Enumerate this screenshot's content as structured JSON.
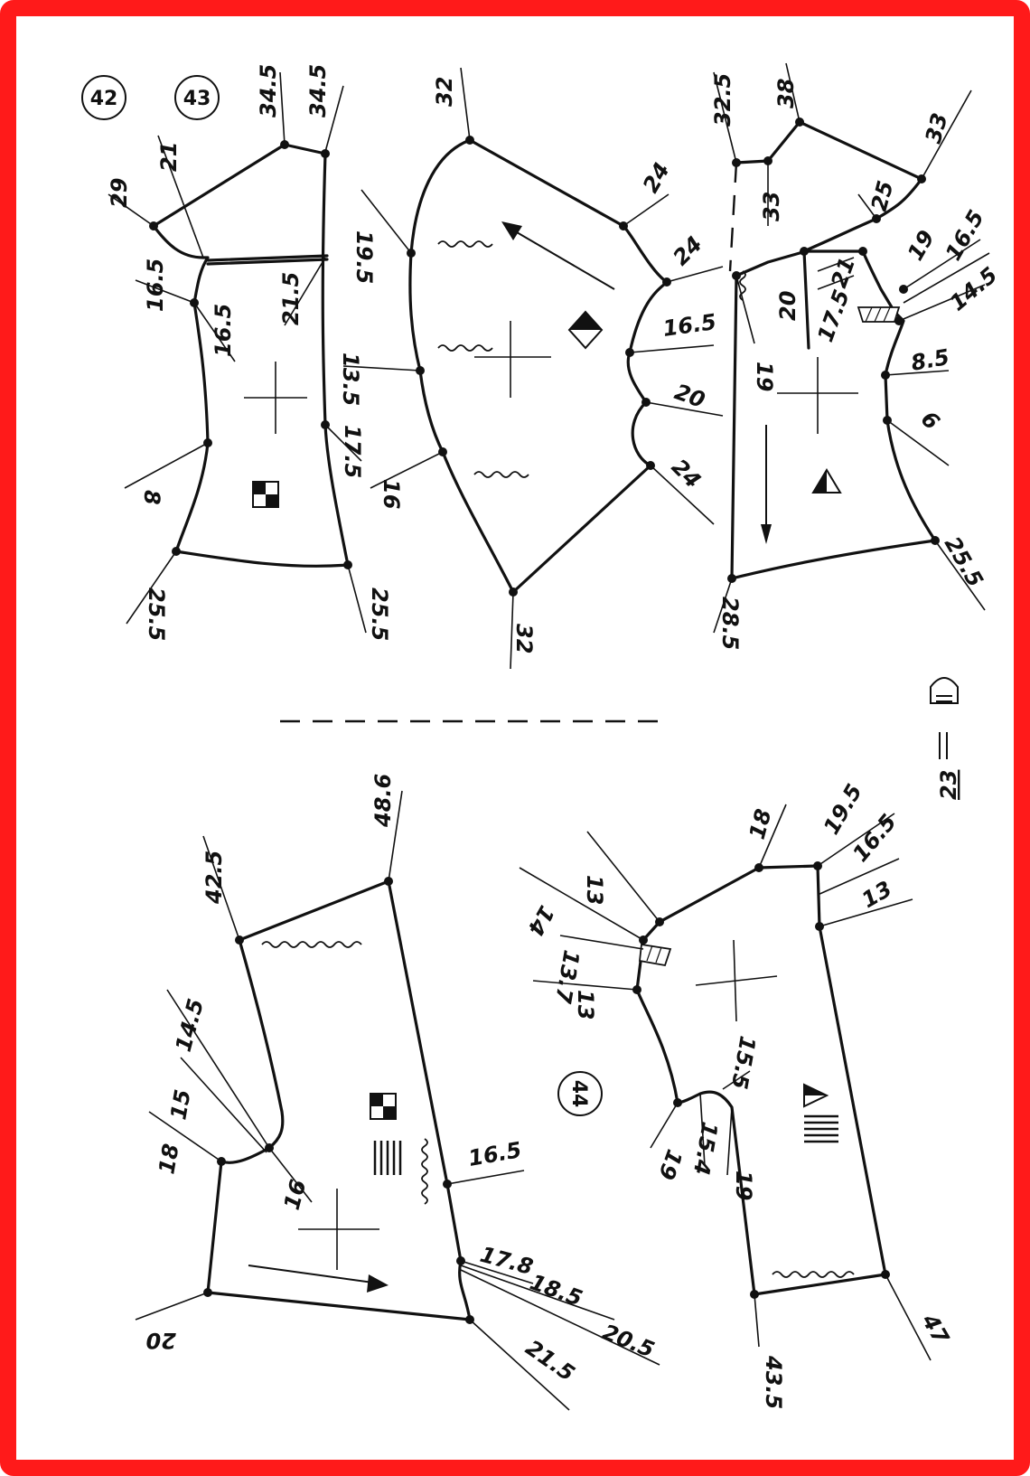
{
  "frame": {
    "border_color": "#ff1a1a",
    "paper_color": "#ffffff",
    "ink_color": "#111111"
  },
  "pattern_numbers": {
    "p42": "42",
    "p43": "43",
    "p44": "44"
  },
  "scale_note": {
    "value": "23",
    "symbol": "measuring-tape-icon"
  },
  "measurements": {
    "p4243": [
      "29",
      "21",
      "34.5",
      "34.5",
      "16.5",
      "16.5",
      "21.5",
      "19.5",
      "13.5",
      "17.5",
      "8",
      "25.5",
      "25.5"
    ],
    "mid": [
      "32",
      "24",
      "24",
      "16.5",
      "20",
      "24",
      "16",
      "32"
    ],
    "right": [
      "32.5",
      "38",
      "33",
      "33",
      "25",
      "19",
      "16.5",
      "14.5",
      "20",
      "17.5",
      "21",
      "19",
      "8.5",
      "6",
      "25.5",
      "28.5"
    ],
    "left_lower": [
      "42.5",
      "48.6",
      "14.5",
      "15",
      "18",
      "16",
      "16.5",
      "17.8",
      "18.5",
      "20.5",
      "21.5",
      "20"
    ],
    "p44": [
      "13",
      "14",
      "13.7",
      "13",
      "18",
      "19.5",
      "16.5",
      "13",
      "15.5",
      "15.4",
      "19",
      "19",
      "47",
      "43.5"
    ]
  }
}
